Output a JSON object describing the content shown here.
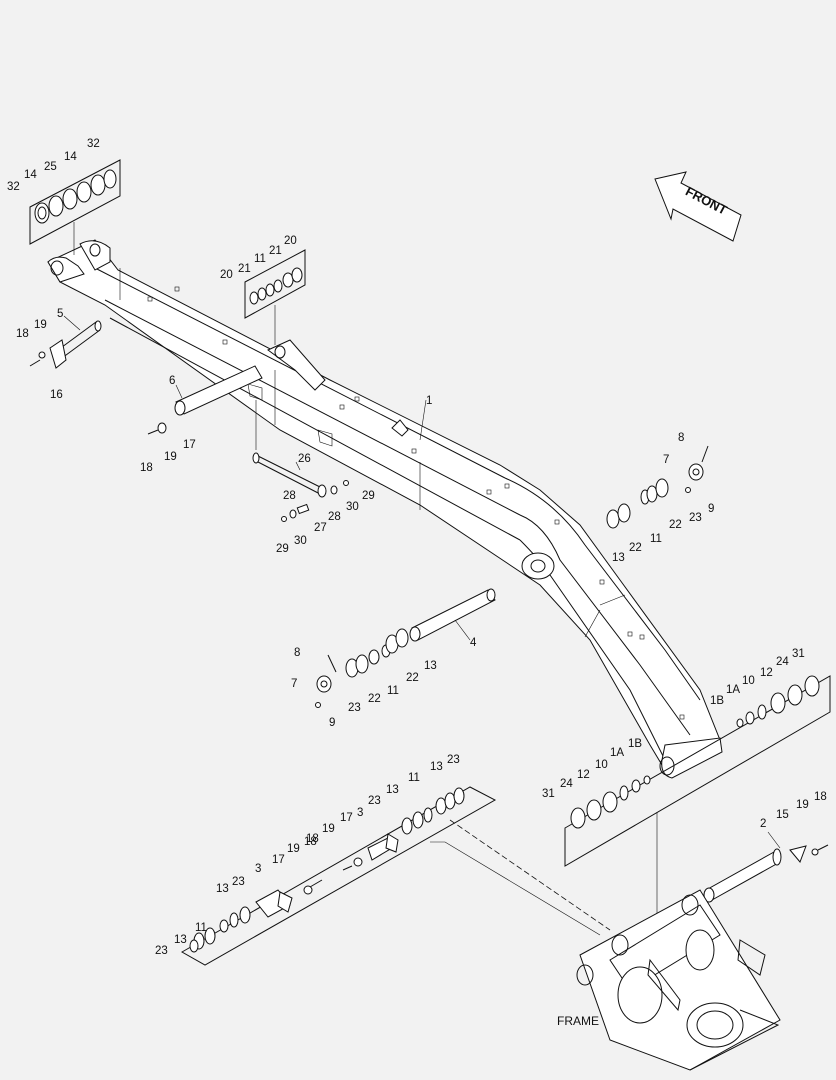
{
  "orientation": {
    "label": "FRONT"
  },
  "base": {
    "label": "FRAME"
  },
  "callouts": {
    "c_32a": "32",
    "c_14a": "14",
    "c_25": "25",
    "c_14b": "14",
    "c_32b": "32",
    "c_20a": "20",
    "c_21a": "21",
    "c_11a": "11",
    "c_21b": "21",
    "c_20b": "20",
    "c_5": "5",
    "c_18a": "18",
    "c_19a": "19",
    "c_16": "16",
    "c_6": "6",
    "c_17a": "17",
    "c_19b": "19",
    "c_18b": "18",
    "c_1": "1",
    "c_26": "26",
    "c_28a": "28",
    "c_27": "27",
    "c_30a": "30",
    "c_29a": "29",
    "c_28b": "28",
    "c_30b": "30",
    "c_29b": "29",
    "c_8a": "8",
    "c_7a": "7",
    "c_9a": "9",
    "c_23a": "23",
    "c_22a": "22",
    "c_11b": "11",
    "c_13a": "13",
    "c_22b": "22",
    "c_4": "4",
    "c_8b": "8",
    "c_7b": "7",
    "c_9b": "9",
    "c_23b": "23",
    "c_22c": "22",
    "c_11c": "11",
    "c_22d": "22",
    "c_13b": "13",
    "c_1B_a": "1B",
    "c_1A_a": "1A",
    "c_10a": "10",
    "c_12a": "12",
    "c_24a": "24",
    "c_31a": "31",
    "c_31b": "31",
    "c_24b": "24",
    "c_12b": "12",
    "c_10b": "10",
    "c_1A_b": "1A",
    "c_1B_b": "1B",
    "c_23c": "23",
    "c_13c": "13",
    "c_11d": "11",
    "c_13d": "13",
    "c_23d": "23",
    "c_17b": "17",
    "c_3a": "3",
    "c_19c": "19",
    "c_18c": "18",
    "c_23e": "23",
    "c_13e": "13",
    "c_11e": "11",
    "c_13f": "13",
    "c_23f": "23",
    "c_3b": "3",
    "c_19d": "19",
    "c_17c": "17",
    "c_18d": "18",
    "c_2": "2",
    "c_15": "15",
    "c_19e": "19",
    "c_18e": "18"
  }
}
